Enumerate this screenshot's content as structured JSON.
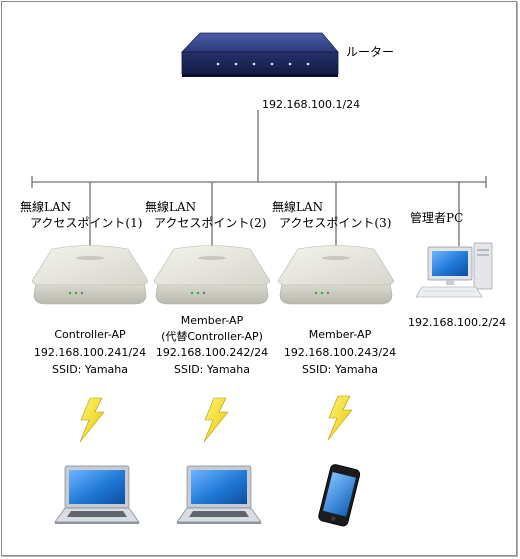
{
  "router": {
    "label": "ルーター",
    "ip": "192.168.100.1/24"
  },
  "aps": [
    {
      "type": "無線LAN",
      "name": "アクセスポイント(1)",
      "role": "Controller-AP",
      "role_note": "",
      "ip": "192.168.100.241/24",
      "ssid": "SSID: Yamaha"
    },
    {
      "type": "無線LAN",
      "name": "アクセスポイント(2)",
      "role": "Member-AP",
      "role_note": "(代替Controller-AP)",
      "ip": "192.168.100.242/24",
      "ssid": "SSID: Yamaha"
    },
    {
      "type": "無線LAN",
      "name": "アクセスポイント(3)",
      "role": "Member-AP",
      "role_note": "",
      "ip": "192.168.100.243/24",
      "ssid": "SSID: Yamaha"
    }
  ],
  "admin_pc": {
    "label": "管理者PC",
    "ip": "192.168.100.2/24"
  },
  "colors": {
    "router_body": "#2b3875",
    "ap_body": "#e8e8e0",
    "lightning": "#f2e21c",
    "screen": "#1f78d6"
  },
  "icons": [
    "router-icon",
    "access-point-icon",
    "desktop-pc-icon",
    "lightning-icon",
    "laptop-icon",
    "smartphone-icon"
  ]
}
